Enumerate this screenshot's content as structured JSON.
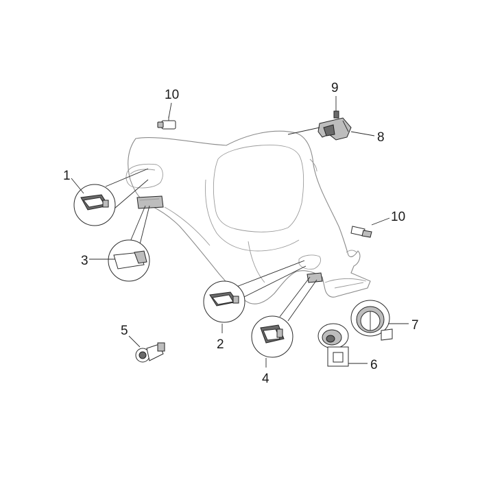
{
  "diagram": {
    "callouts": [
      {
        "id": "1",
        "label": "1"
      },
      {
        "id": "2",
        "label": "2"
      },
      {
        "id": "3",
        "label": "3"
      },
      {
        "id": "4",
        "label": "4"
      },
      {
        "id": "5",
        "label": "5"
      },
      {
        "id": "6",
        "label": "6"
      },
      {
        "id": "7",
        "label": "7"
      },
      {
        "id": "8",
        "label": "8"
      },
      {
        "id": "9",
        "label": "9"
      },
      {
        "id": "10a",
        "label": "10"
      },
      {
        "id": "10b",
        "label": "10"
      }
    ]
  }
}
